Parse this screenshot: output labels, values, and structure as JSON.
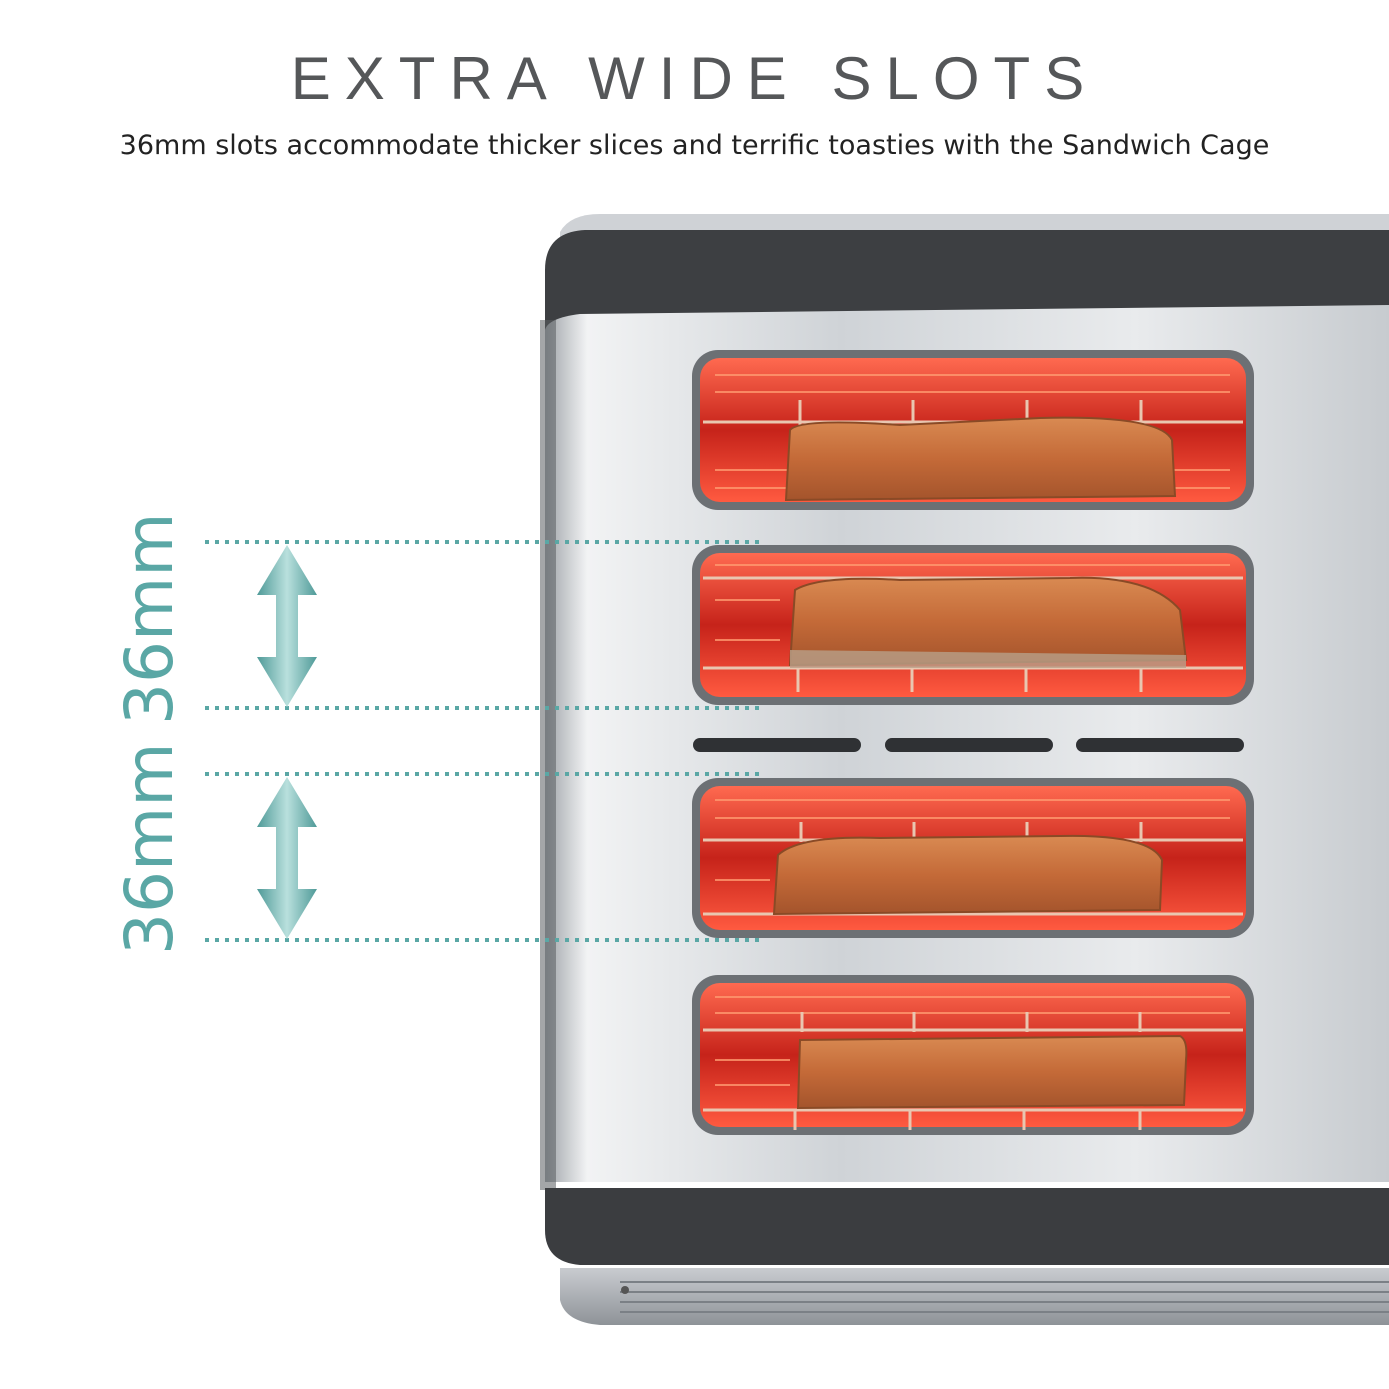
{
  "header": {
    "title": "EXTRA WIDE SLOTS",
    "subtitle": "36mm slots accommodate thicker slices and terrific toasties with the Sandwich Cage"
  },
  "dimensions": [
    {
      "label": "36mm"
    },
    {
      "label": "36mm"
    }
  ],
  "colors": {
    "accent": "#5aa7a5",
    "heating_glow": "#e03a2a",
    "toaster_dark": "#3d3f42",
    "steel": "#d4d7da"
  }
}
